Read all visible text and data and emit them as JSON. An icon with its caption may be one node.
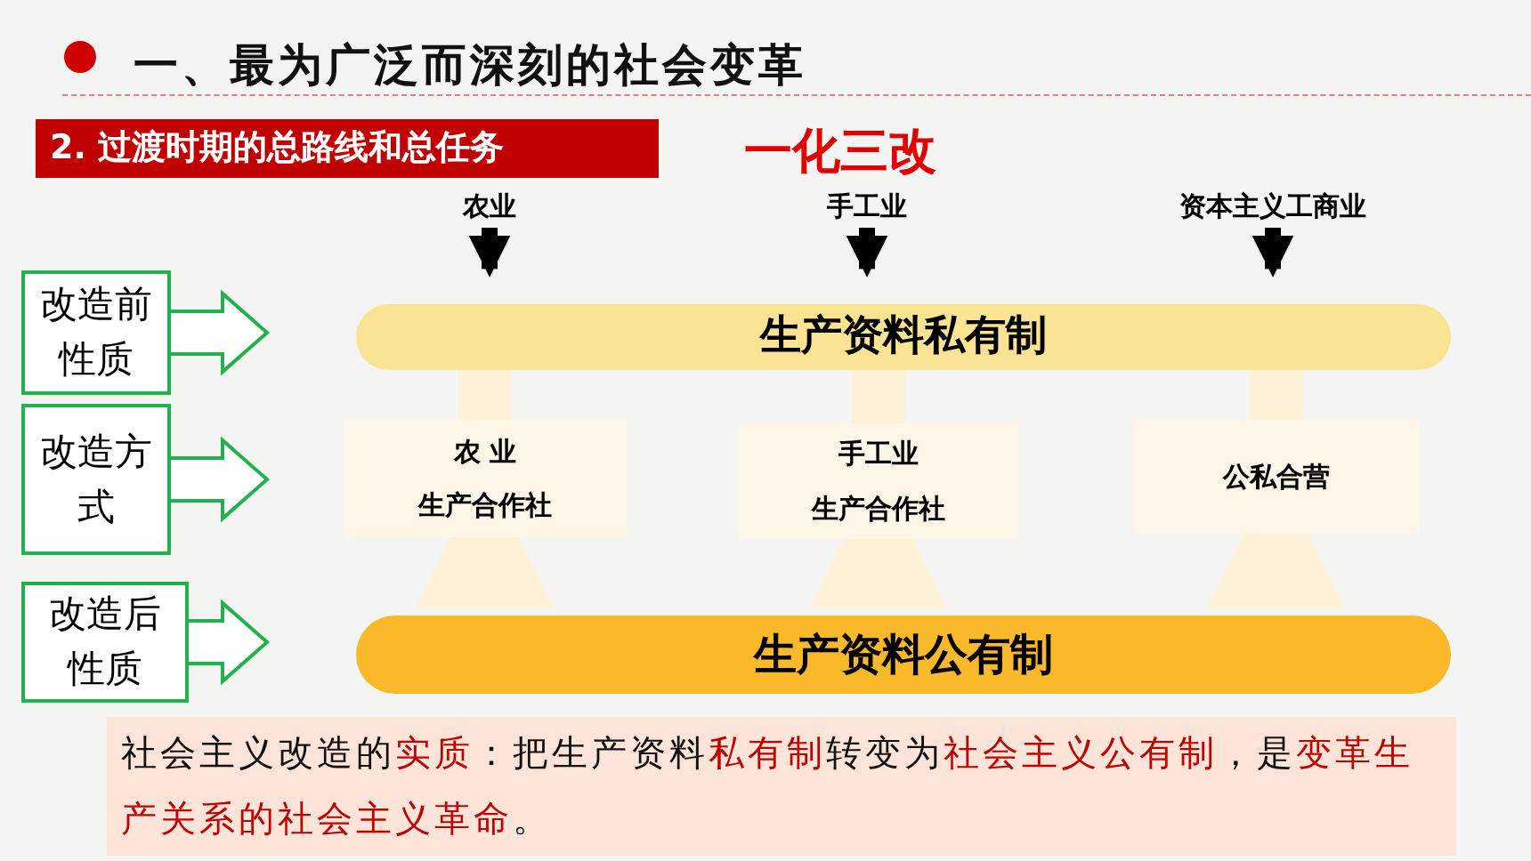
{
  "diagram": {
    "title": "一、最为广泛而深刻的社会变革",
    "nodes": [
      {
        "text": [
          "2. 过渡时期的总路线和总任务"
        ]
      },
      {
        "text": [
          "农业"
        ]
      },
      {
        "text": [
          "手工业"
        ]
      },
      {
        "text": [
          "资本主义工商业"
        ]
      },
      {
        "text": [
          "改造前性质"
        ]
      },
      {
        "text": [
          "生产资料私有制"
        ]
      },
      {
        "text": [
          "改造方式"
        ]
      },
      {
        "text": [
          "农 业",
          "生产合作社"
        ]
      },
      {
        "text": [
          "手工业",
          "生产合作社"
        ]
      },
      {
        "text": [
          "公私合营"
        ]
      },
      {
        "text": [
          "改造后性质"
        ]
      },
      {
        "text": [
          "生产资料公有制"
        ]
      },
      {
        "text": [
          "社会主义改造的**实质**：把生产资料**私有制**转变为**社会主义公有制**，是**变革生产关系的社会主义革命**。"
        ]
      }
    ],
    "edges": [
      {
        "from": 1,
        "to": 5,
        "arrow": "to",
        "color": "#000000"
      },
      {
        "from": 2,
        "to": 5,
        "arrow": "to",
        "color": "#000000"
      },
      {
        "from": 3,
        "to": 5,
        "arrow": "to",
        "color": "#000000"
      },
      {
        "from": 5,
        "to": 7,
        "arrow": "none",
        "color": "#fdf1d8"
      },
      {
        "from": 5,
        "to": 8,
        "arrow": "none",
        "color": "#fdf1d8"
      },
      {
        "from": 5,
        "to": 9,
        "arrow": "none",
        "color": "#fdf1d8"
      },
      {
        "from": 7,
        "to": 11,
        "arrow": "to",
        "color": "#fdf1d8"
      },
      {
        "from": 8,
        "to": 11,
        "arrow": "to",
        "color": "#fdf1d8"
      },
      {
        "from": 9,
        "to": 11,
        "arrow": "to",
        "color": "#fdf1d8"
      },
      {
        "from": 4,
        "to": null,
        "arrow": "to",
        "color": "#22b14c"
      },
      {
        "from": 6,
        "to": null,
        "arrow": "to",
        "color": "#22b14c"
      },
      {
        "from": 10,
        "to": null,
        "arrow": "to",
        "color": "#22b14c"
      }
    ],
    "labels": [
      "一化三改"
    ]
  }
}
